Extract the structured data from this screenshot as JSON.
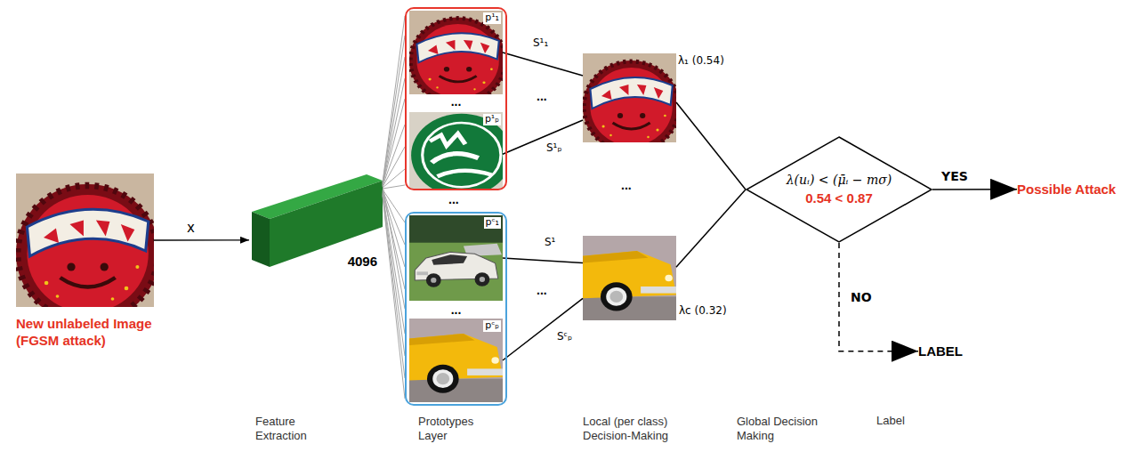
{
  "diagram": {
    "nodes": [
      {
        "text": [
          "New unlabeled Image (FGSM attack)"
        ]
      },
      {
        "text": [
          "4096"
        ]
      },
      {
        "text": [
          "..."
        ]
      },
      {
        "text": [
          "p¹₁"
        ],
        "in": 2
      },
      {
        "text": [
          "p¹ₚ"
        ],
        "in": 2
      },
      {
        "text": [
          "..."
        ]
      },
      {
        "text": [
          "pᶜ₁"
        ],
        "in": 5
      },
      {
        "text": [
          "pᶜₚ"
        ],
        "in": 5
      },
      {
        "text": [
          "λ₁ (0.54)"
        ]
      },
      {
        "text": [
          "λc (0.32)"
        ]
      },
      {
        "text": [
          "λ(uᵢ) < (μ̄ᵢ − mσ)",
          "0.54 < 0.87"
        ]
      },
      {
        "text": [
          "Possible Attack"
        ]
      },
      {
        "text": [
          "LABEL"
        ]
      }
    ],
    "edges": [
      {
        "from": 0,
        "to": 1,
        "arrow": "to",
        "label": "x"
      },
      {
        "from": 1,
        "to": 2,
        "arrow": "none"
      },
      {
        "from": 1,
        "to": 5,
        "arrow": "none"
      },
      {
        "from": 3,
        "to": 8,
        "arrow": "none",
        "label": "S¹₁"
      },
      {
        "from": 4,
        "to": 8,
        "arrow": "none",
        "label": "S¹ₚ"
      },
      {
        "from": 6,
        "to": 9,
        "arrow": "none",
        "label": "S¹"
      },
      {
        "from": 7,
        "to": 9,
        "arrow": "none",
        "label": "Sᶜₚ"
      },
      {
        "from": 8,
        "to": 10,
        "arrow": "none"
      },
      {
        "from": 9,
        "to": 10,
        "arrow": "none"
      },
      {
        "from": 10,
        "to": 11,
        "arrow": "to",
        "label": "YES"
      },
      {
        "from": 10,
        "to": 12,
        "arrow": "to",
        "label": "NO"
      }
    ],
    "labels": [
      "...",
      "...",
      "...",
      "...",
      "Feature Extraction",
      "Prototypes Layer",
      "Local (per class) Decision-Making",
      "Global Decision Making",
      "Label"
    ]
  }
}
